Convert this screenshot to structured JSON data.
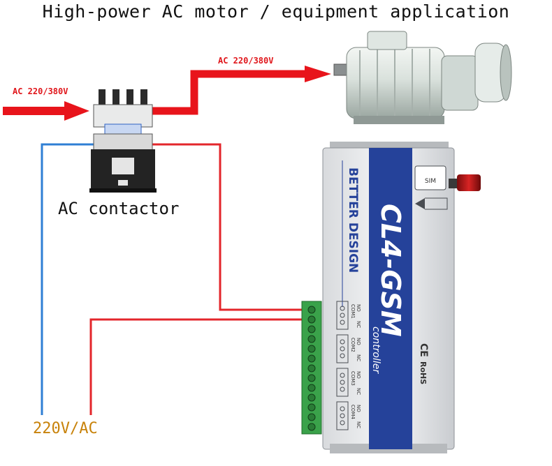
{
  "title": "High-power AC motor / equipment application",
  "labels": {
    "input_voltage": "AC 220/380V",
    "output_voltage": "AC 220/380V",
    "contactor": "AC contactor",
    "supply": "220V/AC"
  },
  "module": {
    "brand": "BETTER DESIGN",
    "model": "CL4-GSM",
    "subtitle": "controller",
    "sim": "SIM",
    "ce": "CE",
    "rohs": "RoHS",
    "relays": [
      {
        "com": "COM1",
        "no": "NO",
        "nc": "NC"
      },
      {
        "com": "COM2",
        "no": "NO",
        "nc": "NC"
      },
      {
        "com": "COM3",
        "no": "NO",
        "nc": "NC"
      },
      {
        "com": "COM4",
        "no": "NO",
        "nc": "NC"
      }
    ]
  },
  "colors": {
    "power_arrow": "#e8141b",
    "wire_red": "#e3262b",
    "wire_blue": "#2f7fd4",
    "module_band": "#25429a",
    "terminal_green": "#3aa24a"
  }
}
